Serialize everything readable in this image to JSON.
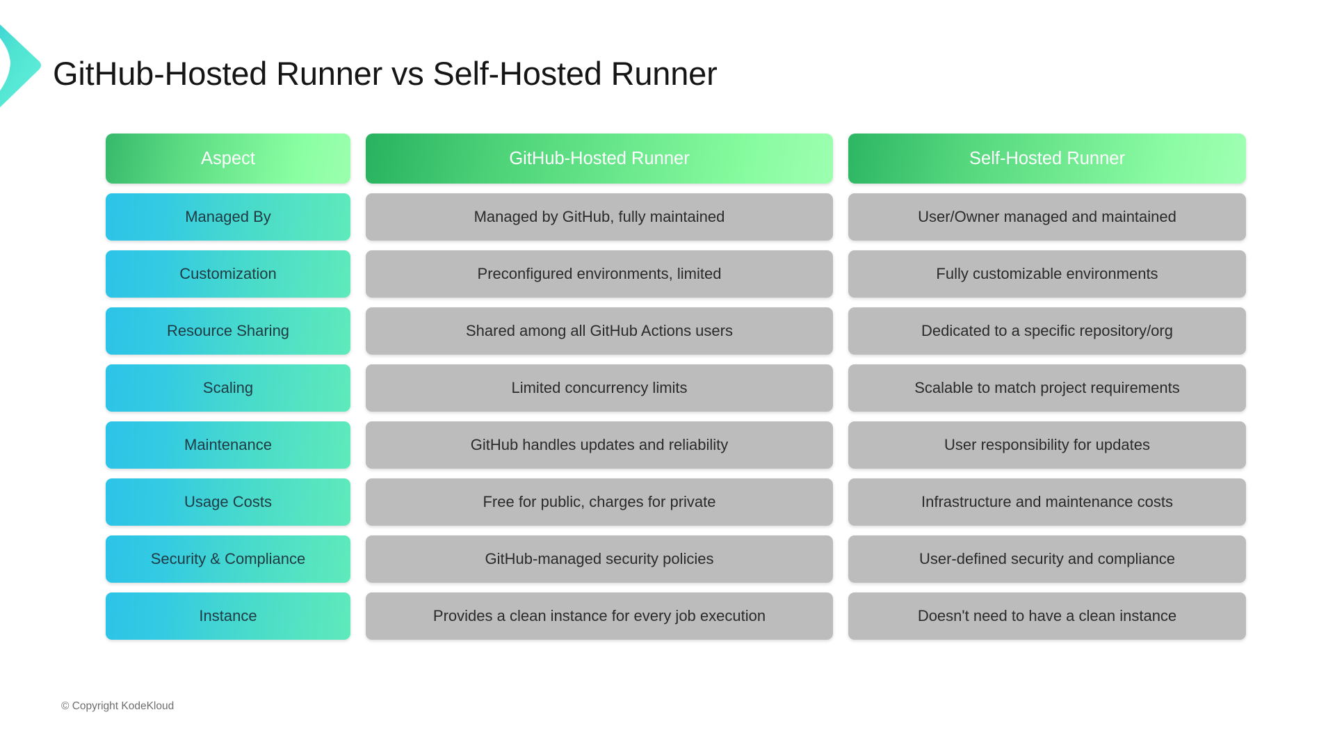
{
  "slide": {
    "title": "GitHub-Hosted Runner vs Self-Hosted Runner",
    "copyright": "© Copyright KodeKloud",
    "decoration": "chevron-right-shape"
  },
  "colors": {
    "background": "#ffffff",
    "title_text": "#151515",
    "header_green_dark": "#28b25f",
    "header_green_light": "#9dffb1",
    "aspect_cyan": "#2cc3e8",
    "aspect_mint": "#5eeabb",
    "data_gray": "#bcbcbc",
    "data_text": "#2a2a2a",
    "chevron_teal": "#4fe3d2",
    "copyright_text": "#6e6e6e"
  },
  "table": {
    "headers": {
      "aspect": "Aspect",
      "github_hosted": "GitHub-Hosted Runner",
      "self_hosted": "Self-Hosted Runner"
    },
    "rows": [
      {
        "aspect": "Managed By",
        "github_hosted": "Managed by GitHub, fully maintained",
        "self_hosted": "User/Owner managed and maintained"
      },
      {
        "aspect": "Customization",
        "github_hosted": "Preconfigured environments, limited",
        "self_hosted": "Fully customizable environments"
      },
      {
        "aspect": "Resource Sharing",
        "github_hosted": "Shared among all GitHub Actions users",
        "self_hosted": "Dedicated to a specific repository/org"
      },
      {
        "aspect": "Scaling",
        "github_hosted": "Limited concurrency limits",
        "self_hosted": "Scalable to match project requirements"
      },
      {
        "aspect": "Maintenance",
        "github_hosted": "GitHub handles updates and reliability",
        "self_hosted": "User responsibility for updates"
      },
      {
        "aspect": "Usage Costs",
        "github_hosted": "Free for public, charges for private",
        "self_hosted": "Infrastructure and maintenance costs"
      },
      {
        "aspect": "Security & Compliance",
        "github_hosted": "GitHub-managed security policies",
        "self_hosted": "User-defined security and compliance"
      },
      {
        "aspect": "Instance",
        "github_hosted": "Provides a clean instance for every job execution",
        "self_hosted": "Doesn't need to have a clean instance"
      }
    ]
  }
}
